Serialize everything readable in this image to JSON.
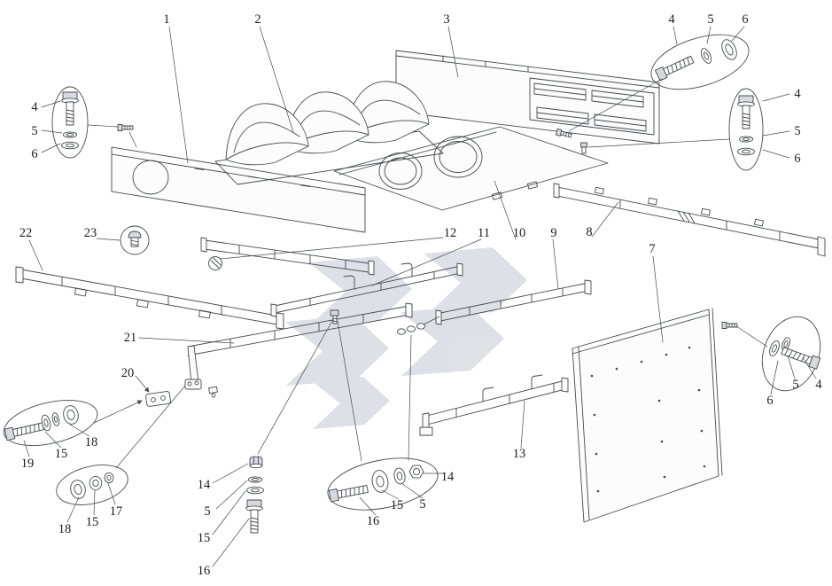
{
  "diagram": {
    "icons": {
      "watermark": "manufacturer-logo-watermark"
    },
    "colors": {
      "line": "#46494e",
      "label_text": "#1b1d21",
      "watermark": "#c2c8d2",
      "background": "#ffffff"
    },
    "callouts": [
      {
        "label": "1"
      },
      {
        "label": "2"
      },
      {
        "label": "3"
      },
      {
        "label": "4"
      },
      {
        "label": "5"
      },
      {
        "label": "6"
      },
      {
        "label": "4"
      },
      {
        "label": "5"
      },
      {
        "label": "6"
      },
      {
        "label": "4"
      },
      {
        "label": "5"
      },
      {
        "label": "6"
      },
      {
        "label": "22"
      },
      {
        "label": "23"
      },
      {
        "label": "12"
      },
      {
        "label": "11"
      },
      {
        "label": "10"
      },
      {
        "label": "9"
      },
      {
        "label": "8"
      },
      {
        "label": "7"
      },
      {
        "label": "21"
      },
      {
        "label": "20"
      },
      {
        "label": "19"
      },
      {
        "label": "15"
      },
      {
        "label": "18"
      },
      {
        "label": "18"
      },
      {
        "label": "15"
      },
      {
        "label": "17"
      },
      {
        "label": "14"
      },
      {
        "label": "5"
      },
      {
        "label": "15"
      },
      {
        "label": "16"
      },
      {
        "label": "16"
      },
      {
        "label": "15"
      },
      {
        "label": "5"
      },
      {
        "label": "14"
      },
      {
        "label": "13"
      },
      {
        "label": "6"
      },
      {
        "label": "5"
      },
      {
        "label": "4"
      }
    ]
  }
}
